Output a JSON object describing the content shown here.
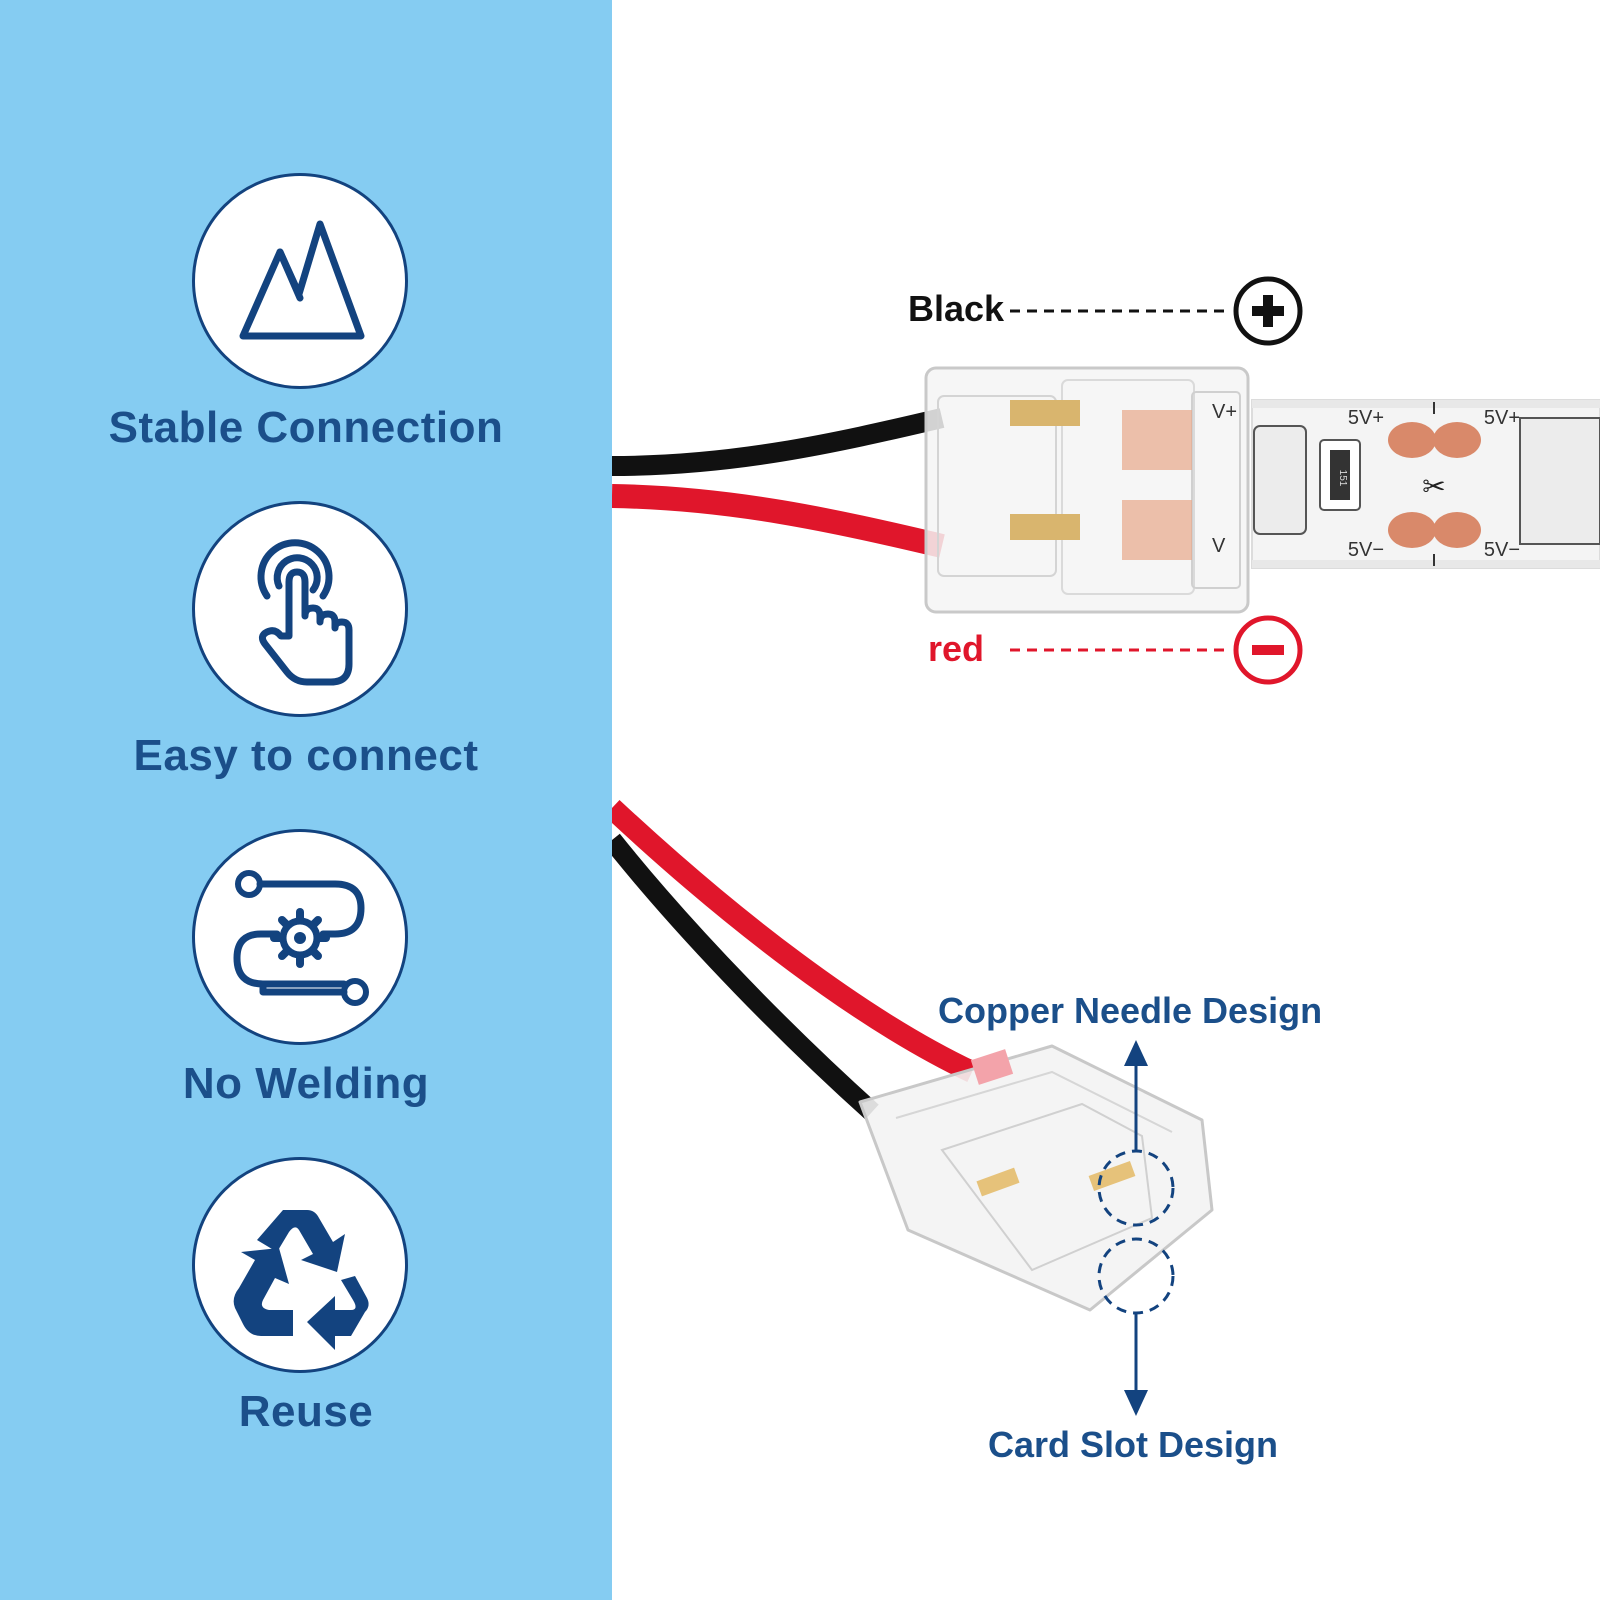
{
  "features": [
    {
      "label": "Stable Connection",
      "icon": "mountain-icon"
    },
    {
      "label": "Easy to connect",
      "icon": "touch-hand-icon"
    },
    {
      "label": "No Welding",
      "icon": "gear-path-icon"
    },
    {
      "label": "Reuse",
      "icon": "recycle-icon"
    }
  ],
  "wiring": {
    "black_label": "Black",
    "red_label": "red",
    "plus_symbol": "+",
    "minus_symbol": "−"
  },
  "strip_markings": {
    "pos": "5V+",
    "neg": "5V−",
    "pos_partial": "V+",
    "neg_partial": "V",
    "resistor": "151"
  },
  "callouts": {
    "copper_needle": "Copper Needle Design",
    "card_slot": "Card Slot Design"
  },
  "colors": {
    "panel_bg": "#85ccf2",
    "icon_navy": "#13437f",
    "label_blue": "#1b4f8a",
    "wire_red": "#e0162b",
    "wire_black": "#111111",
    "copper": "#d9896a"
  }
}
